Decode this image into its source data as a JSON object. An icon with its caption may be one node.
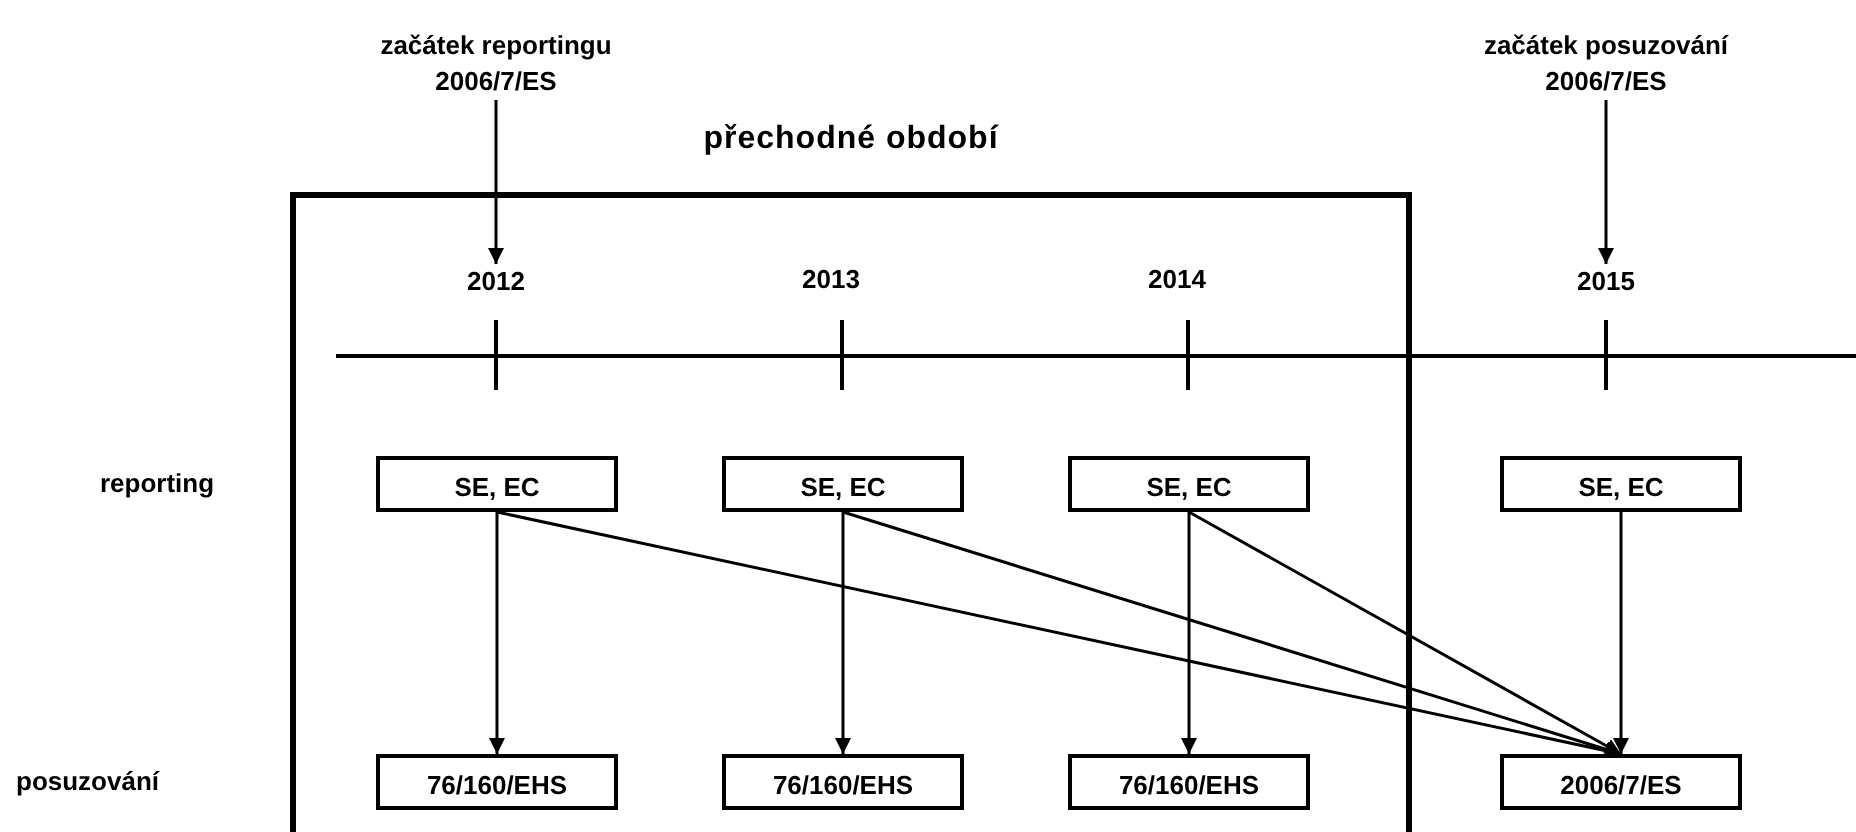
{
  "diagram": {
    "nodes": [
      {
        "text": [
          "přechodné období"
        ]
      },
      {
        "text": [
          "začátek reportingu 2006/7/ES"
        ]
      },
      {
        "text": [
          "2012"
        ],
        "in": 0
      },
      {
        "text": [
          "začátek posuzování 2006/7/ES"
        ]
      },
      {
        "text": [
          "2015"
        ]
      },
      {
        "text": [
          "SE, EC"
        ],
        "in": 0
      },
      {
        "text": [
          "SE, EC"
        ],
        "in": 0
      },
      {
        "text": [
          "SE, EC"
        ],
        "in": 0
      },
      {
        "text": [
          "SE, EC"
        ]
      },
      {
        "text": [
          "76/160/EHS"
        ],
        "in": 0
      },
      {
        "text": [
          "76/160/EHS"
        ],
        "in": 0
      },
      {
        "text": [
          "76/160/EHS"
        ],
        "in": 0
      },
      {
        "text": [
          "2006/7/ES"
        ]
      }
    ],
    "edges": [
      {
        "from": 1,
        "to": 2,
        "arrow": "to"
      },
      {
        "from": 3,
        "to": 4,
        "arrow": "to"
      },
      {
        "from": 5,
        "to": 9,
        "arrow": "to"
      },
      {
        "from": 6,
        "to": 10,
        "arrow": "to"
      },
      {
        "from": 7,
        "to": 11,
        "arrow": "to"
      },
      {
        "from": 5,
        "to": 12,
        "arrow": "to"
      },
      {
        "from": 6,
        "to": 12,
        "arrow": "to"
      },
      {
        "from": 7,
        "to": 12,
        "arrow": "to"
      },
      {
        "from": 8,
        "to": 12,
        "arrow": "to"
      }
    ],
    "labels": [
      "2013",
      "2014",
      "reporting",
      "posuzování"
    ]
  }
}
